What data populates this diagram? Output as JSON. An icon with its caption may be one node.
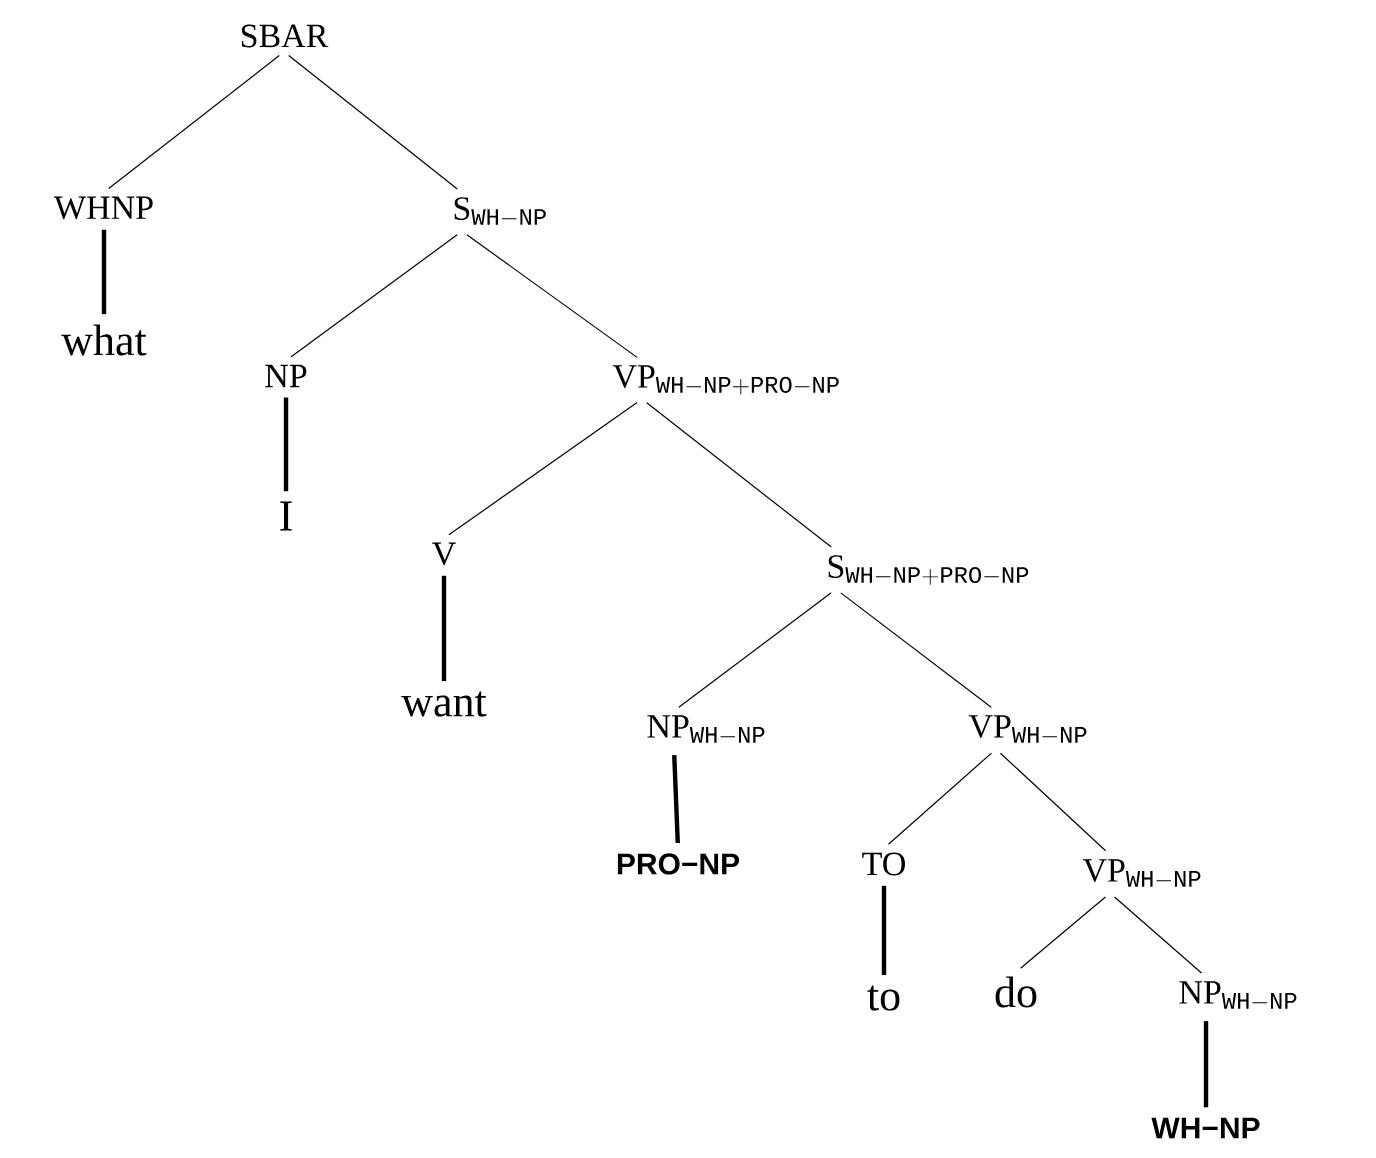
{
  "diagram": {
    "nodes": [
      {
        "text": [
          "SBAR"
        ]
      },
      {
        "text": [
          "WHNP"
        ]
      },
      {
        "text": [
          "\\mathrm{S}_{\\mathtt{WH-NP}}"
        ]
      },
      {
        "text": [
          "what"
        ]
      },
      {
        "text": [
          "NP"
        ]
      },
      {
        "text": [
          "\\mathrm{VP}_{\\mathtt{WH-NP+PRO-NP}}"
        ]
      },
      {
        "text": [
          "I"
        ]
      },
      {
        "text": [
          "V"
        ]
      },
      {
        "text": [
          "\\mathrm{S}_{\\mathtt{WH-NP+PRO-NP}}"
        ]
      },
      {
        "text": [
          "want"
        ]
      },
      {
        "text": [
          "\\mathrm{NP}_{\\mathtt{WH-NP}}"
        ]
      },
      {
        "text": [
          "\\mathrm{VP}_{\\mathtt{WH-NP}}"
        ]
      },
      {
        "text": [
          "PRO−NP"
        ]
      },
      {
        "text": [
          "TO"
        ]
      },
      {
        "text": [
          "\\mathrm{VP}_{\\mathtt{WH-NP}}"
        ]
      },
      {
        "text": [
          "to"
        ]
      },
      {
        "text": [
          "do"
        ]
      },
      {
        "text": [
          "\\mathrm{NP}_{\\mathtt{WH-NP}}"
        ]
      },
      {
        "text": [
          "WH−NP"
        ]
      }
    ],
    "edges": [
      {
        "from": 0,
        "to": 1,
        "arrow": "none"
      },
      {
        "from": 0,
        "to": 2,
        "arrow": "none"
      },
      {
        "from": 1,
        "to": 3,
        "arrow": "none",
        "style": "thick"
      },
      {
        "from": 2,
        "to": 4,
        "arrow": "none"
      },
      {
        "from": 2,
        "to": 5,
        "arrow": "none"
      },
      {
        "from": 4,
        "to": 6,
        "arrow": "none",
        "style": "thick"
      },
      {
        "from": 5,
        "to": 7,
        "arrow": "none"
      },
      {
        "from": 5,
        "to": 8,
        "arrow": "none"
      },
      {
        "from": 7,
        "to": 9,
        "arrow": "none",
        "style": "thick"
      },
      {
        "from": 8,
        "to": 10,
        "arrow": "none"
      },
      {
        "from": 8,
        "to": 11,
        "arrow": "none"
      },
      {
        "from": 10,
        "to": 12,
        "arrow": "none",
        "style": "thick"
      },
      {
        "from": 11,
        "to": 13,
        "arrow": "none"
      },
      {
        "from": 11,
        "to": 14,
        "arrow": "none"
      },
      {
        "from": 13,
        "to": 15,
        "arrow": "none",
        "style": "thick"
      },
      {
        "from": 14,
        "to": 16,
        "arrow": "none"
      },
      {
        "from": 14,
        "to": 17,
        "arrow": "none"
      },
      {
        "from": 17,
        "to": 18,
        "arrow": "none",
        "style": "thick"
      }
    ]
  }
}
